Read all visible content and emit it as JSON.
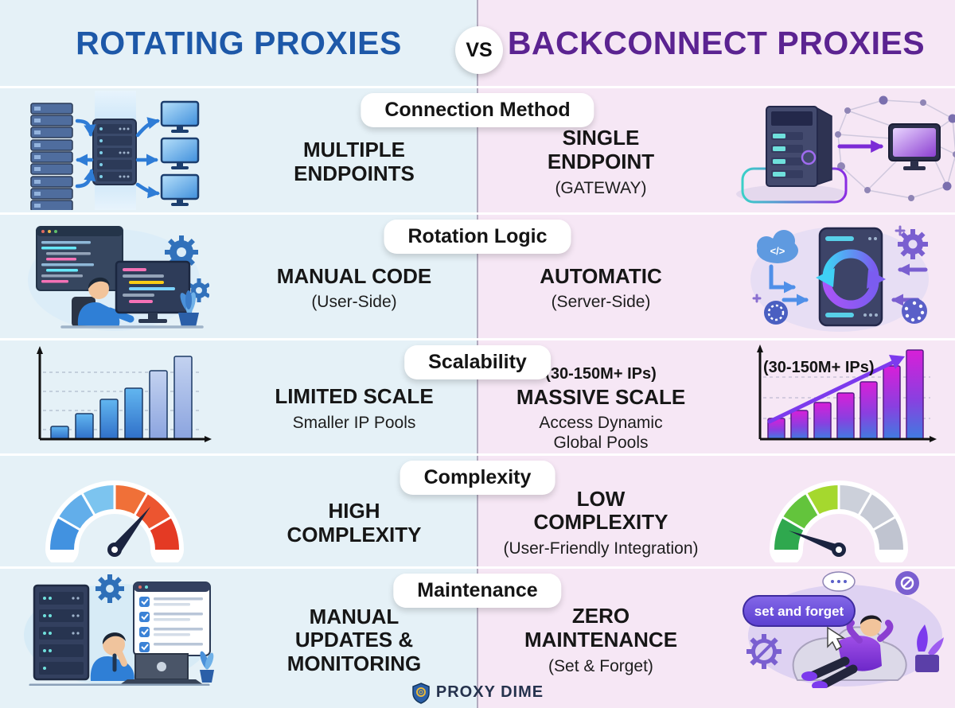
{
  "header": {
    "left_title": "ROTATING PROXIES",
    "vs_label": "VS",
    "right_title": "BACKCONNECT PROXIES"
  },
  "rows": [
    {
      "category": "Connection Method",
      "left": {
        "title": "MULTIPLE ENDPOINTS"
      },
      "right": {
        "title": "SINGLE ENDPOINT",
        "subtitle": "(GATEWAY)"
      }
    },
    {
      "category": "Rotation Logic",
      "left": {
        "title": "MANUAL CODE",
        "subtitle": "(User-Side)"
      },
      "right": {
        "title": "AUTOMATIC",
        "subtitle": "(Server-Side)"
      }
    },
    {
      "category": "Scalability",
      "left": {
        "title": "LIMITED SCALE",
        "subtitle": "Smaller IP Pools"
      },
      "right": {
        "note": "(30-150M+ IPs)",
        "title": "MASSIVE SCALE",
        "subtitle": "Access Dynamic Global Pools"
      }
    },
    {
      "category": "Complexity",
      "left": {
        "title": "HIGH COMPLEXITY"
      },
      "right": {
        "title": "LOW COMPLEXITY",
        "subtitle": "(User-Friendly Integration)"
      }
    },
    {
      "category": "Maintenance",
      "left": {
        "title": "MANUAL UPDATES & MONITORING"
      },
      "right": {
        "title": "ZERO MAINTENANCE",
        "subtitle": "(Set & Forget)",
        "button_label": "set and forget"
      }
    }
  ],
  "icons": {
    "code_glyph": "</>"
  },
  "footer": {
    "brand": "PROXY DIME"
  },
  "colors": {
    "left_accent": "#1d58a8",
    "right_accent": "#5b2391",
    "left_bg": "#e5f1f7",
    "right_bg": "#f6e7f5",
    "pill_bg": "#ffffff"
  }
}
